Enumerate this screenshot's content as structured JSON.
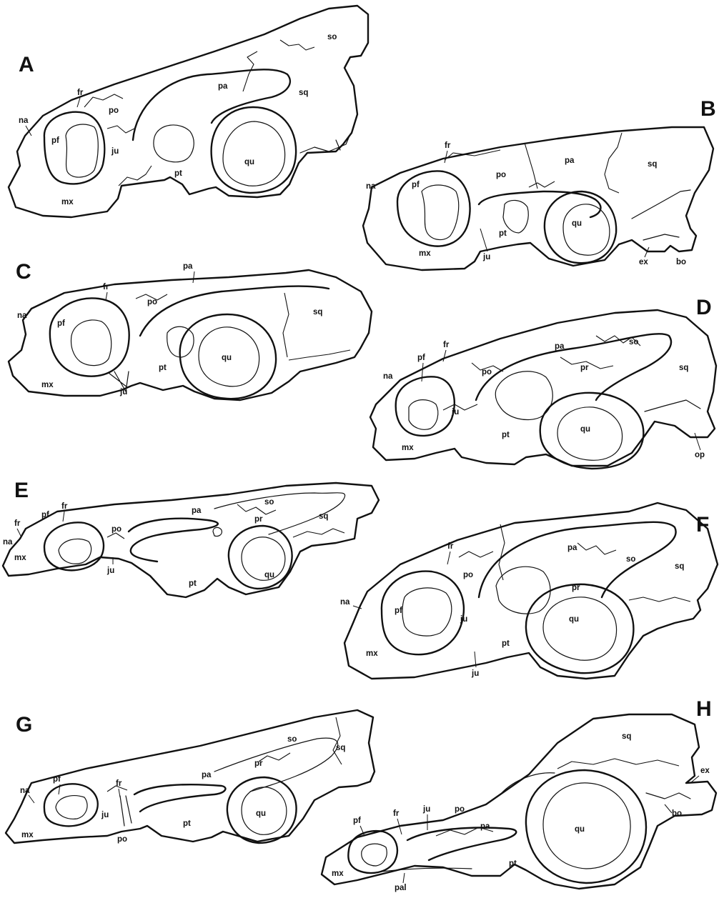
{
  "panels": {
    "A": {
      "letter": "A",
      "labels": {
        "so": "so",
        "fr": "fr",
        "pa": "pa",
        "sq": "sq",
        "na": "na",
        "po": "po",
        "pf": "pf",
        "ju": "ju",
        "qu": "qu",
        "pt": "pt",
        "mx": "mx"
      }
    },
    "B": {
      "letter": "B",
      "labels": {
        "fr": "fr",
        "pa": "pa",
        "sq": "sq",
        "na": "na",
        "po": "po",
        "pf": "pf",
        "qu": "qu",
        "pt": "pt",
        "mx": "mx",
        "ju": "ju",
        "ex": "ex",
        "bo": "bo"
      }
    },
    "C": {
      "letter": "C",
      "labels": {
        "fr": "fr",
        "pa": "pa",
        "na": "na",
        "po": "po",
        "sq": "sq",
        "pf": "pf",
        "qu": "qu",
        "pt": "pt",
        "mx": "mx",
        "ju": "ju"
      }
    },
    "D": {
      "letter": "D",
      "labels": {
        "fr": "fr",
        "pa": "pa",
        "so": "so",
        "pf": "pf",
        "po": "po",
        "pr": "pr",
        "sq": "sq",
        "na": "na",
        "ju": "ju",
        "qu": "qu",
        "pt": "pt",
        "mx": "mx",
        "op": "op"
      }
    },
    "E": {
      "letter": "E",
      "labels": {
        "so": "so",
        "fr": "fr",
        "pa": "pa",
        "pr": "pr",
        "sq": "sq",
        "pf": "pf",
        "fr2": "fr",
        "po": "po",
        "na": "na",
        "mx": "mx",
        "ju": "ju",
        "pt": "pt",
        "qu": "qu"
      }
    },
    "F": {
      "letter": "F",
      "labels": {
        "fr": "fr",
        "pa": "pa",
        "so": "so",
        "sq": "sq",
        "po": "po",
        "pr": "pr",
        "na": "na",
        "pf": "pf",
        "ju": "ju",
        "qu": "qu",
        "pt": "pt",
        "mx": "mx",
        "ju2": "ju"
      }
    },
    "G": {
      "letter": "G",
      "labels": {
        "so": "so",
        "sq": "sq",
        "pr": "pr",
        "pa": "pa",
        "na": "na",
        "pf": "pf",
        "fr": "fr",
        "ju": "ju",
        "qu": "qu",
        "pt": "pt",
        "mx": "mx",
        "po": "po"
      }
    },
    "H": {
      "letter": "H",
      "labels": {
        "sq": "sq",
        "ex": "ex",
        "bo": "bo",
        "qu": "qu",
        "ju": "ju",
        "po": "po",
        "pa": "pa",
        "fr": "fr",
        "pf": "pf",
        "pt": "pt",
        "mx": "mx",
        "pal": "pal"
      }
    }
  }
}
